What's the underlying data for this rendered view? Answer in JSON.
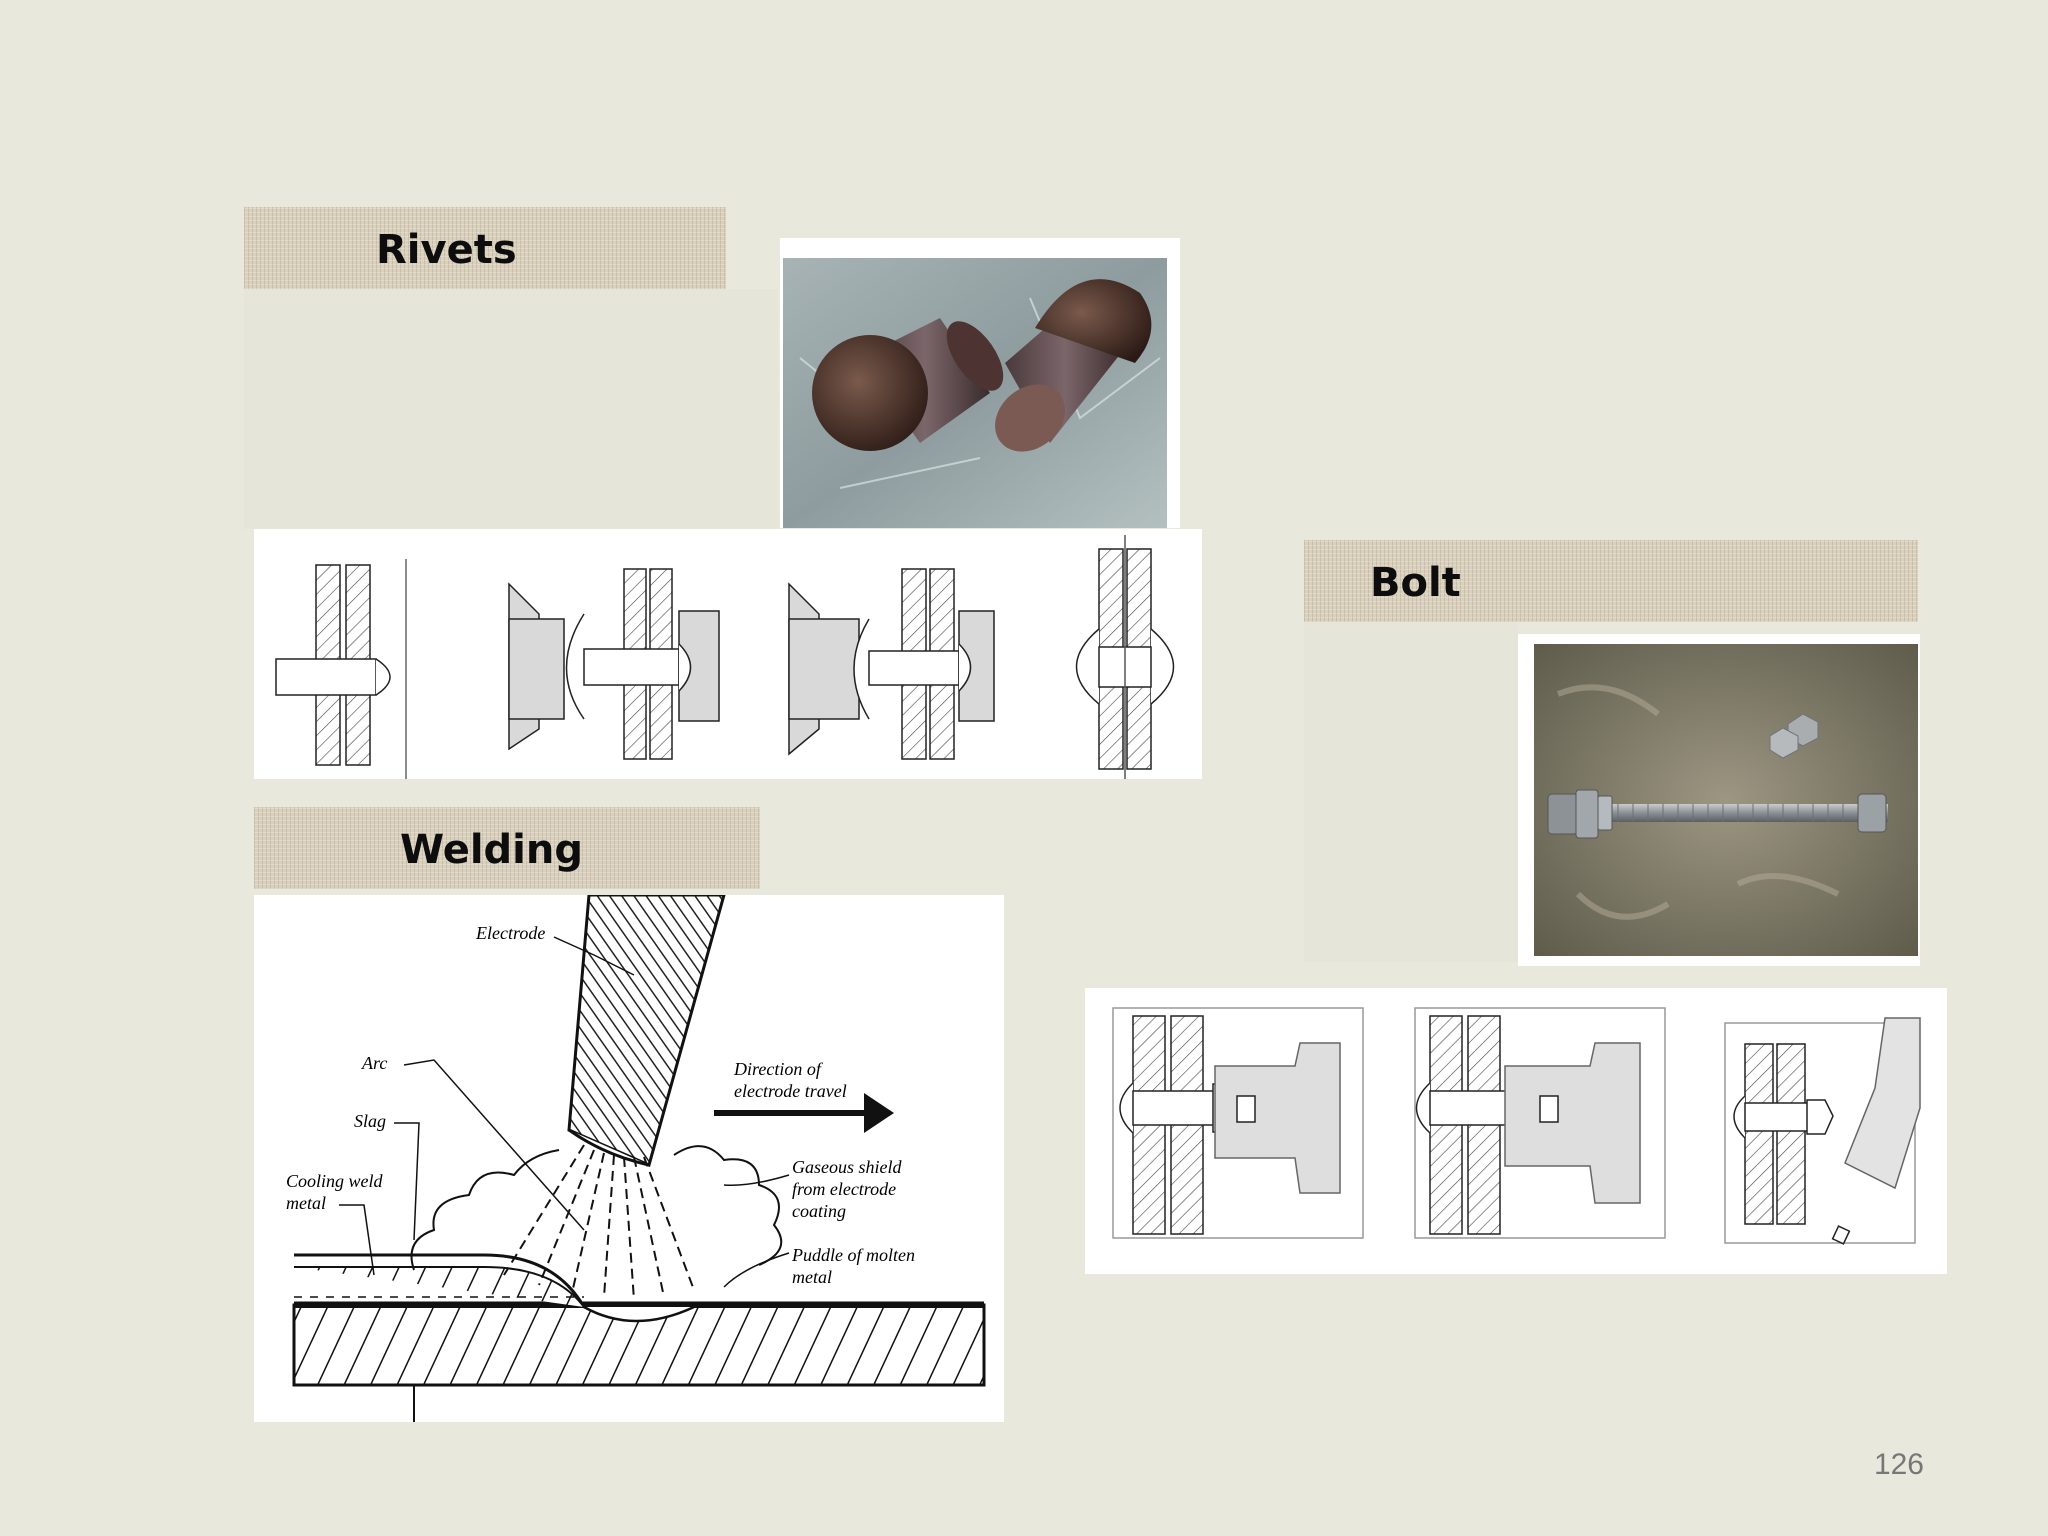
{
  "labels": {
    "rivets": "Rivets",
    "bolt": "Bolt",
    "welding": "Welding"
  },
  "welding_diagram": {
    "electrode": "Electrode",
    "arc": "Arc",
    "slag": "Slag",
    "cooling_line1": "Cooling weld",
    "cooling_line2": "metal",
    "direction_line1": "Direction of",
    "direction_line2": "electrode travel",
    "gas_line1": "Gaseous shield",
    "gas_line2": "from electrode",
    "gas_line3": "coating",
    "puddle_line1": "Puddle of molten",
    "puddle_line2": "metal"
  },
  "page_number": "126",
  "colors": {
    "background": "#e9e8dd",
    "label_fill": "#d9d0bd",
    "text": "#0d0d0d"
  }
}
